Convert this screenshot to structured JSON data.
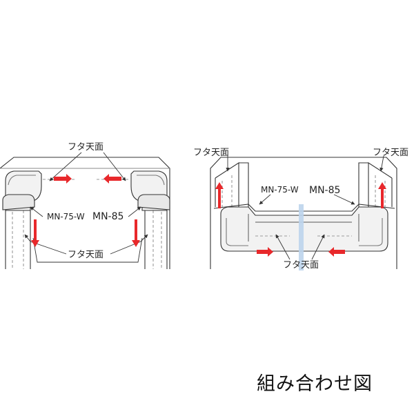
{
  "diagram": {
    "left": {
      "label_top": "フタ天面",
      "label_mn75": "MN-75-W",
      "label_mn85": "MN-85",
      "label_bottom": "フタ天面"
    },
    "right": {
      "label_top_left": "フタ天面",
      "label_top_right": "フタ天面",
      "label_mn75": "MN-75-W",
      "label_mn85": "MN-85",
      "label_bottom": "フタ天面"
    },
    "arrow_color": "#e8282b",
    "joint_color": "#bcd4ec"
  },
  "caption": "組み合わせ図"
}
